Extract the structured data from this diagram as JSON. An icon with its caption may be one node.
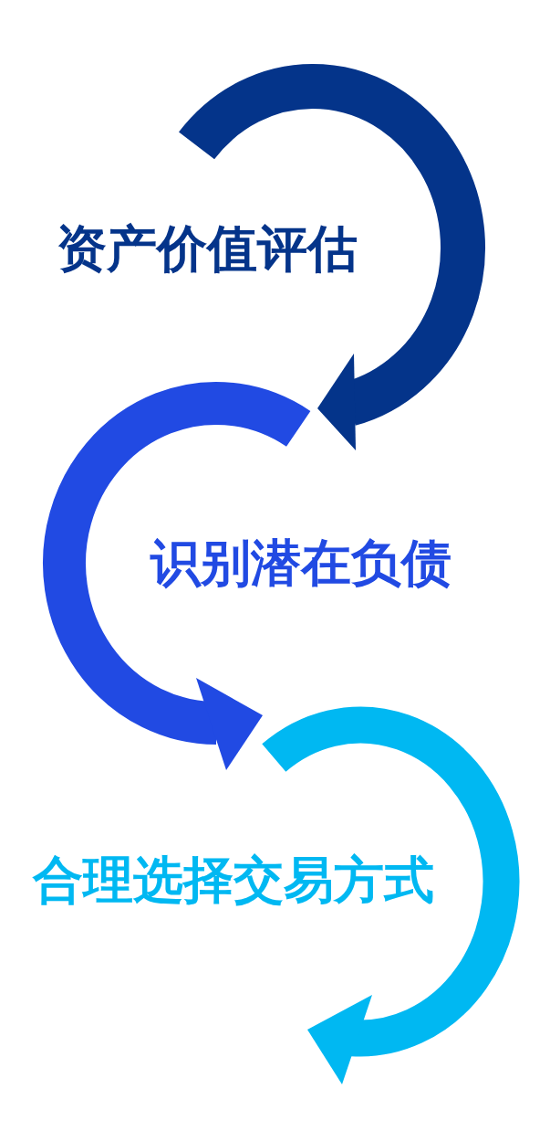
{
  "diagram": {
    "nodes": [
      {
        "text": [
          "资产价值评估"
        ]
      },
      {
        "text": [
          "识别潜在负债"
        ]
      },
      {
        "text": [
          "合理选择交易方式"
        ]
      }
    ]
  }
}
